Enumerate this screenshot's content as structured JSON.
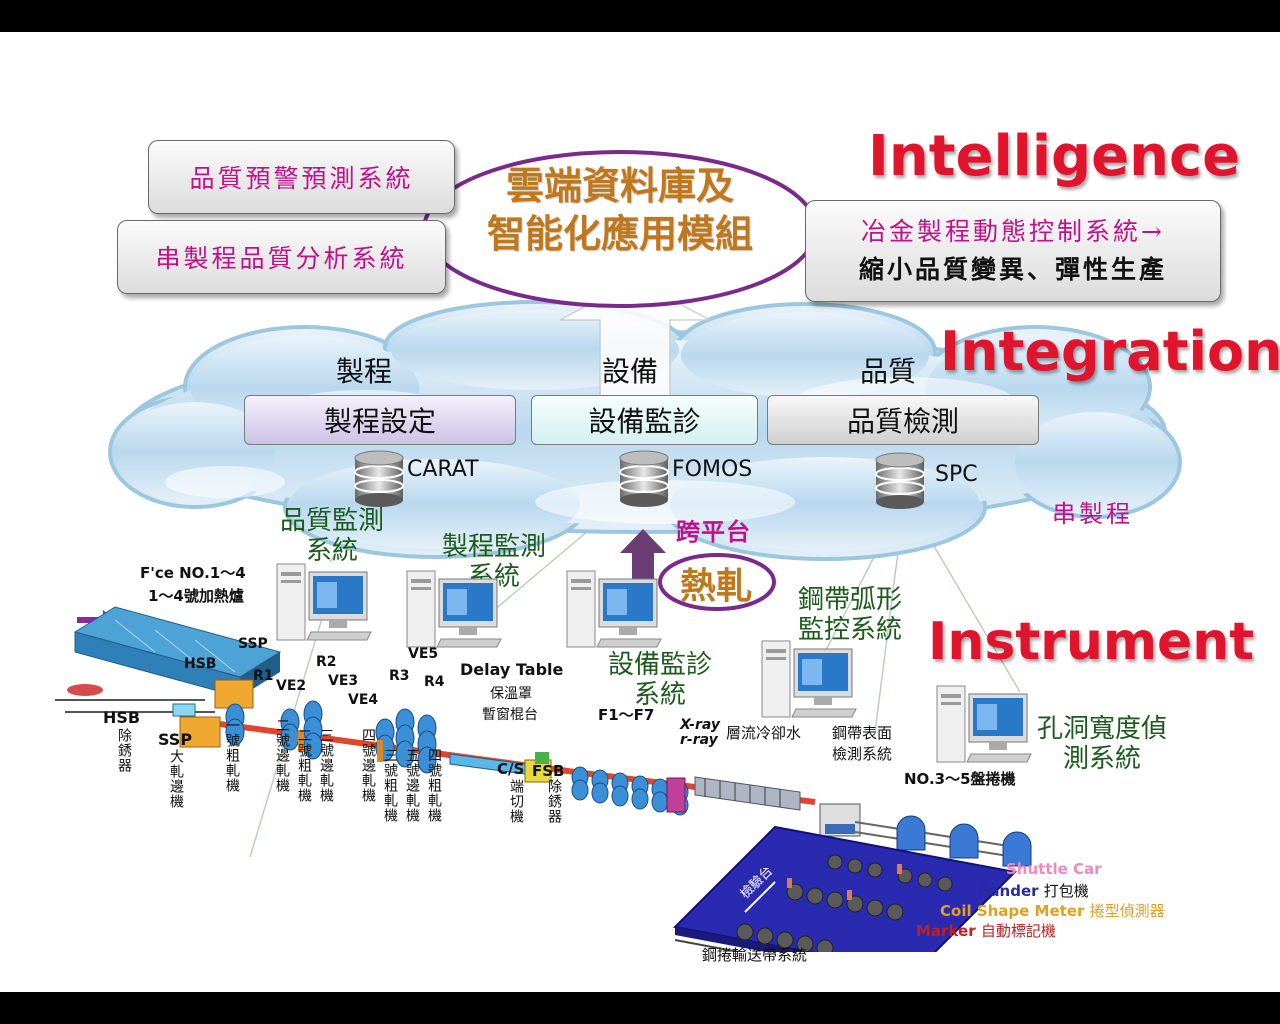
{
  "headings": {
    "intelligence": "Intelligence",
    "integration": "Integration",
    "instrument": "Instrument"
  },
  "cloud_db": {
    "line1": "雲端資料庫及",
    "line2": "智能化應用模組"
  },
  "left_boxes": {
    "top": "品質預警預測系統",
    "bottom": "串製程品質分析系統"
  },
  "right_box": {
    "line1": "冶金製程動態控制系統→",
    "line2": "縮小品質變異、彈性生產"
  },
  "categories": {
    "process": "製程",
    "equipment": "設備",
    "quality": "品質"
  },
  "integration_boxes": {
    "process": "製程設定",
    "equipment": "設備監診",
    "quality": "品質檢測"
  },
  "databases": {
    "carat": "CARAT",
    "fomos": "FOMOS",
    "spc": "SPC"
  },
  "labels": {
    "cross_process": "串製程",
    "cross_platform": "跨平台",
    "hot_rolling": "熱軋"
  },
  "systems": {
    "quality_monitor": [
      "品質監測",
      "系統"
    ],
    "process_monitor": [
      "製程監測",
      "系統"
    ],
    "equipment_monitor": [
      "設備監診",
      "系統"
    ],
    "strip_camber": [
      "鋼帶弧形",
      "監控系統"
    ],
    "hole_width": [
      "孔洞寬度偵",
      "測系統"
    ]
  },
  "plant": {
    "furnace_en": "F'ce NO.1～4",
    "furnace_zh": "1～4號加熱爐",
    "ssp_top": "SSP",
    "hsb_small": "HSB",
    "r1": "R1",
    "r2": "R2",
    "ve2": "VE2",
    "ve3": "VE3",
    "ve4": "VE4",
    "ve5": "VE5",
    "r3": "R3",
    "r4": "R4",
    "hsb_big": "HSB",
    "ssp_big": "SSP",
    "v_descaler": "除銹器",
    "v_sizing": "大軋邊機",
    "v_r1": "一號粗軋機",
    "v_e2": "二號邊軋機",
    "v_r2": "二號粗軋機",
    "v_e3": "三號邊軋機",
    "v_e4": "四號邊軋機",
    "v_r3": "三號粗軋機",
    "v_e5": "五號邊軋機",
    "v_r4": "四號粗軋機",
    "delay_table": "Delay Table",
    "delay_zh1": "保溫罩",
    "delay_zh2": "暫窗棍台",
    "cs": "C/S",
    "fsb": "FSB",
    "v_cs": "端切機",
    "v_fsb": "除銹器",
    "finishing": "F1～F7",
    "xray1": "X-ray",
    "xray2": "r-ray",
    "laminar": "層流冷卻水",
    "surface1": "鋼帶表面",
    "surface2": "檢測系統",
    "coilers": "NO.3～5盤捲機",
    "inspection": "檢驗台",
    "conveyor": "鋼捲輸送帶系統"
  },
  "legend": {
    "shuttle": "Shuttle Car",
    "bander_en": "Bander",
    "bander_zh": "打包機",
    "coil_en": "Coil Shape Meter",
    "coil_zh": "捲型偵測器",
    "marker_en": "Marker",
    "marker_zh": "自動標記機"
  },
  "colors": {
    "heading_red": "#e0142c",
    "magenta": "#c2108a",
    "green_label": "#1c5b1c",
    "ellipse_purple": "#7a2a8a",
    "arrow_purple": "#6a3d74"
  }
}
